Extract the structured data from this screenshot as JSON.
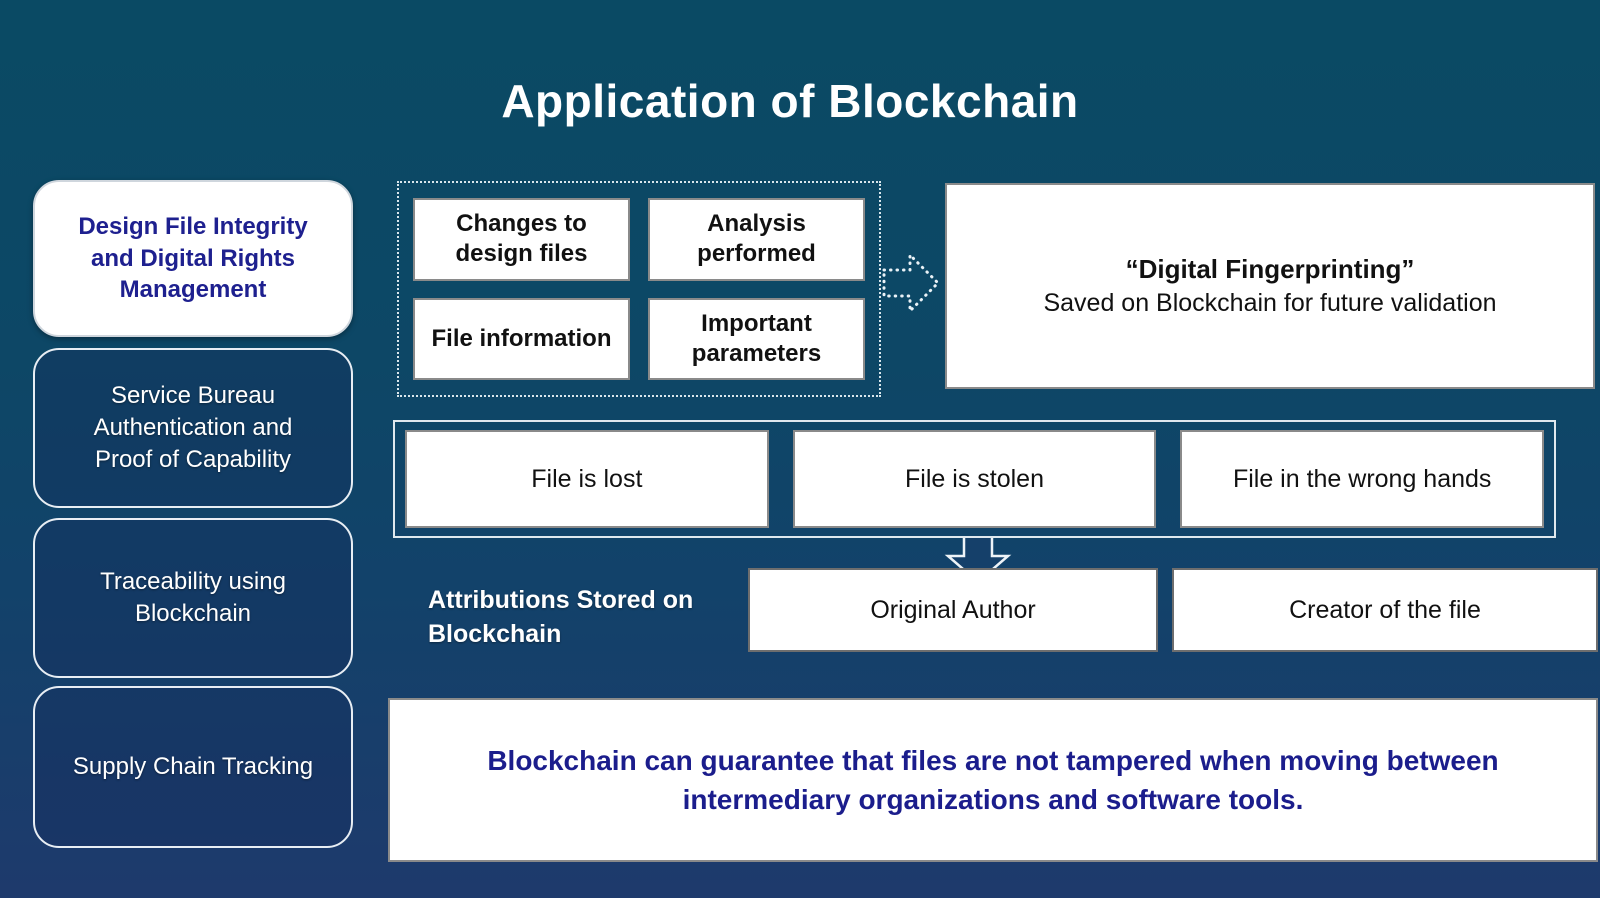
{
  "title": "Application of Blockchain",
  "colors": {
    "background_top": "#0a4a64",
    "background_bottom": "#1e3a6c",
    "accent_navy_text": "#1b1d8c",
    "box_border_gray": "#8a8a8a",
    "panel_white": "#ffffff"
  },
  "sidebar": {
    "items": [
      {
        "label": "Design File Integrity and Digital Rights Management",
        "active": true
      },
      {
        "label": "Service Bureau Authentication and Proof of Capability",
        "active": false
      },
      {
        "label": "Traceability using Blockchain",
        "active": false
      },
      {
        "label": "Supply Chain Tracking",
        "active": false
      }
    ]
  },
  "fingerprint_inputs": {
    "items": [
      {
        "label": "Changes to design files"
      },
      {
        "label": "Analysis performed"
      },
      {
        "label": "File information"
      },
      {
        "label": "Important parameters"
      }
    ]
  },
  "fingerprint_result": {
    "title": "“Digital Fingerprinting”",
    "subtitle": "Saved on Blockchain for future validation"
  },
  "scenarios": {
    "items": [
      {
        "label": "File is lost"
      },
      {
        "label": "File is stolen"
      },
      {
        "label": "File in the wrong hands"
      }
    ]
  },
  "attributions": {
    "label": "Attributions Stored on Blockchain",
    "items": [
      {
        "label": "Original Author"
      },
      {
        "label": "Creator of the file"
      }
    ]
  },
  "footer_note": "Blockchain can guarantee that files are not tampered when moving between intermediary organizations and software tools.",
  "icons": {
    "flow_arrow": "dotted-arrow-right",
    "down_arrow": "block-arrow-down"
  }
}
